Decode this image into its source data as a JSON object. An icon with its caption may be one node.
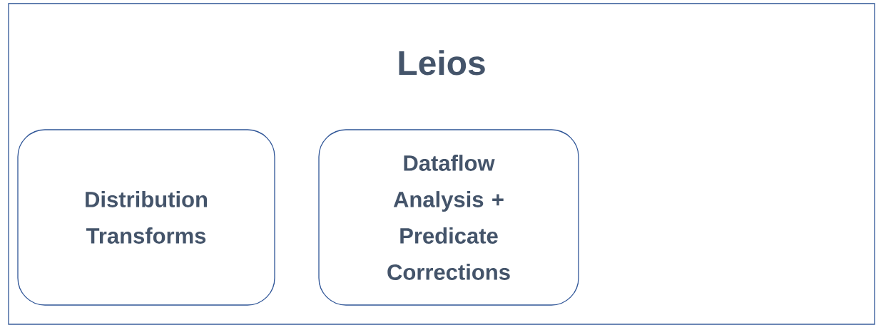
{
  "diagram": {
    "nodes": [
      {
        "text": [
          "Leios"
        ]
      },
      {
        "text": [
          "Distribution Transforms"
        ],
        "in": 0
      },
      {
        "text": [
          "Dataflow Analysis + Predicate Corrections"
        ],
        "in": 0
      }
    ]
  }
}
